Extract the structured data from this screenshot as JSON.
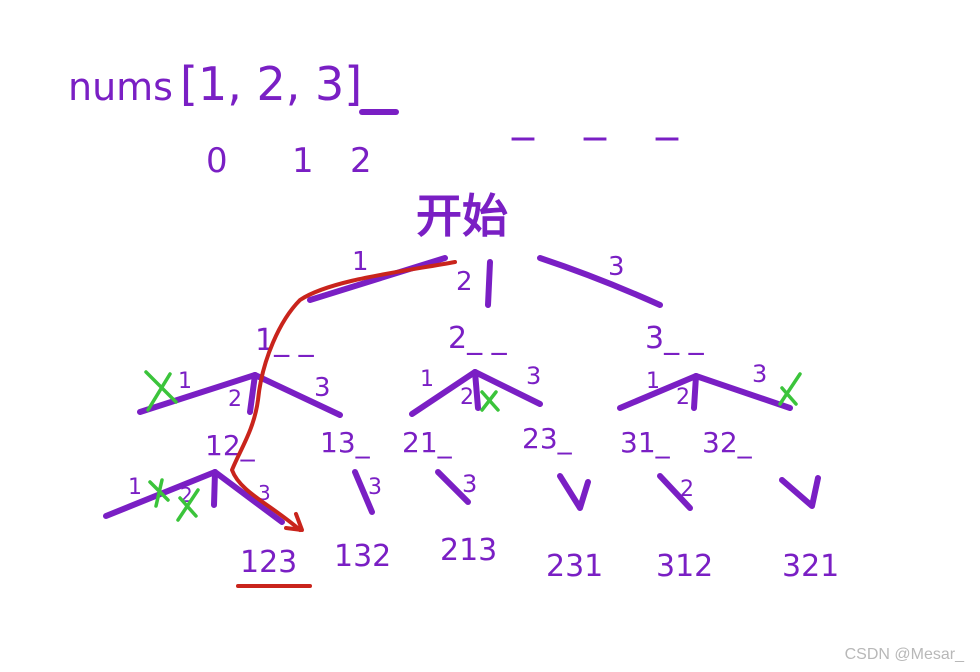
{
  "header": {
    "nums_label": "nums",
    "nums_array": "[1, 2, 3]",
    "indices": [
      "0",
      "1",
      "2"
    ],
    "slots": "_ _ _"
  },
  "tree": {
    "root": "开始",
    "level1_edges": [
      "1",
      "2",
      "3"
    ],
    "level1_nodes": [
      "1_ _",
      "2_ _",
      "3_ _"
    ],
    "level2_edges": [
      "1",
      "2",
      "3",
      "1",
      "2",
      "3",
      "1",
      "2",
      "3"
    ],
    "level2_nodes": [
      "12_",
      "13_",
      "21_",
      "23_",
      "31_",
      "32_"
    ],
    "level3_edges": [
      "1",
      "2",
      "3",
      "3",
      "3",
      "2"
    ],
    "leaves": [
      "123",
      "132",
      "213",
      "231",
      "312",
      "321"
    ]
  },
  "colors": {
    "ink": "#7a1fc4",
    "path": "#c9241c",
    "pruned": "#3bc43b"
  },
  "watermark": "CSDN @Mesar_"
}
